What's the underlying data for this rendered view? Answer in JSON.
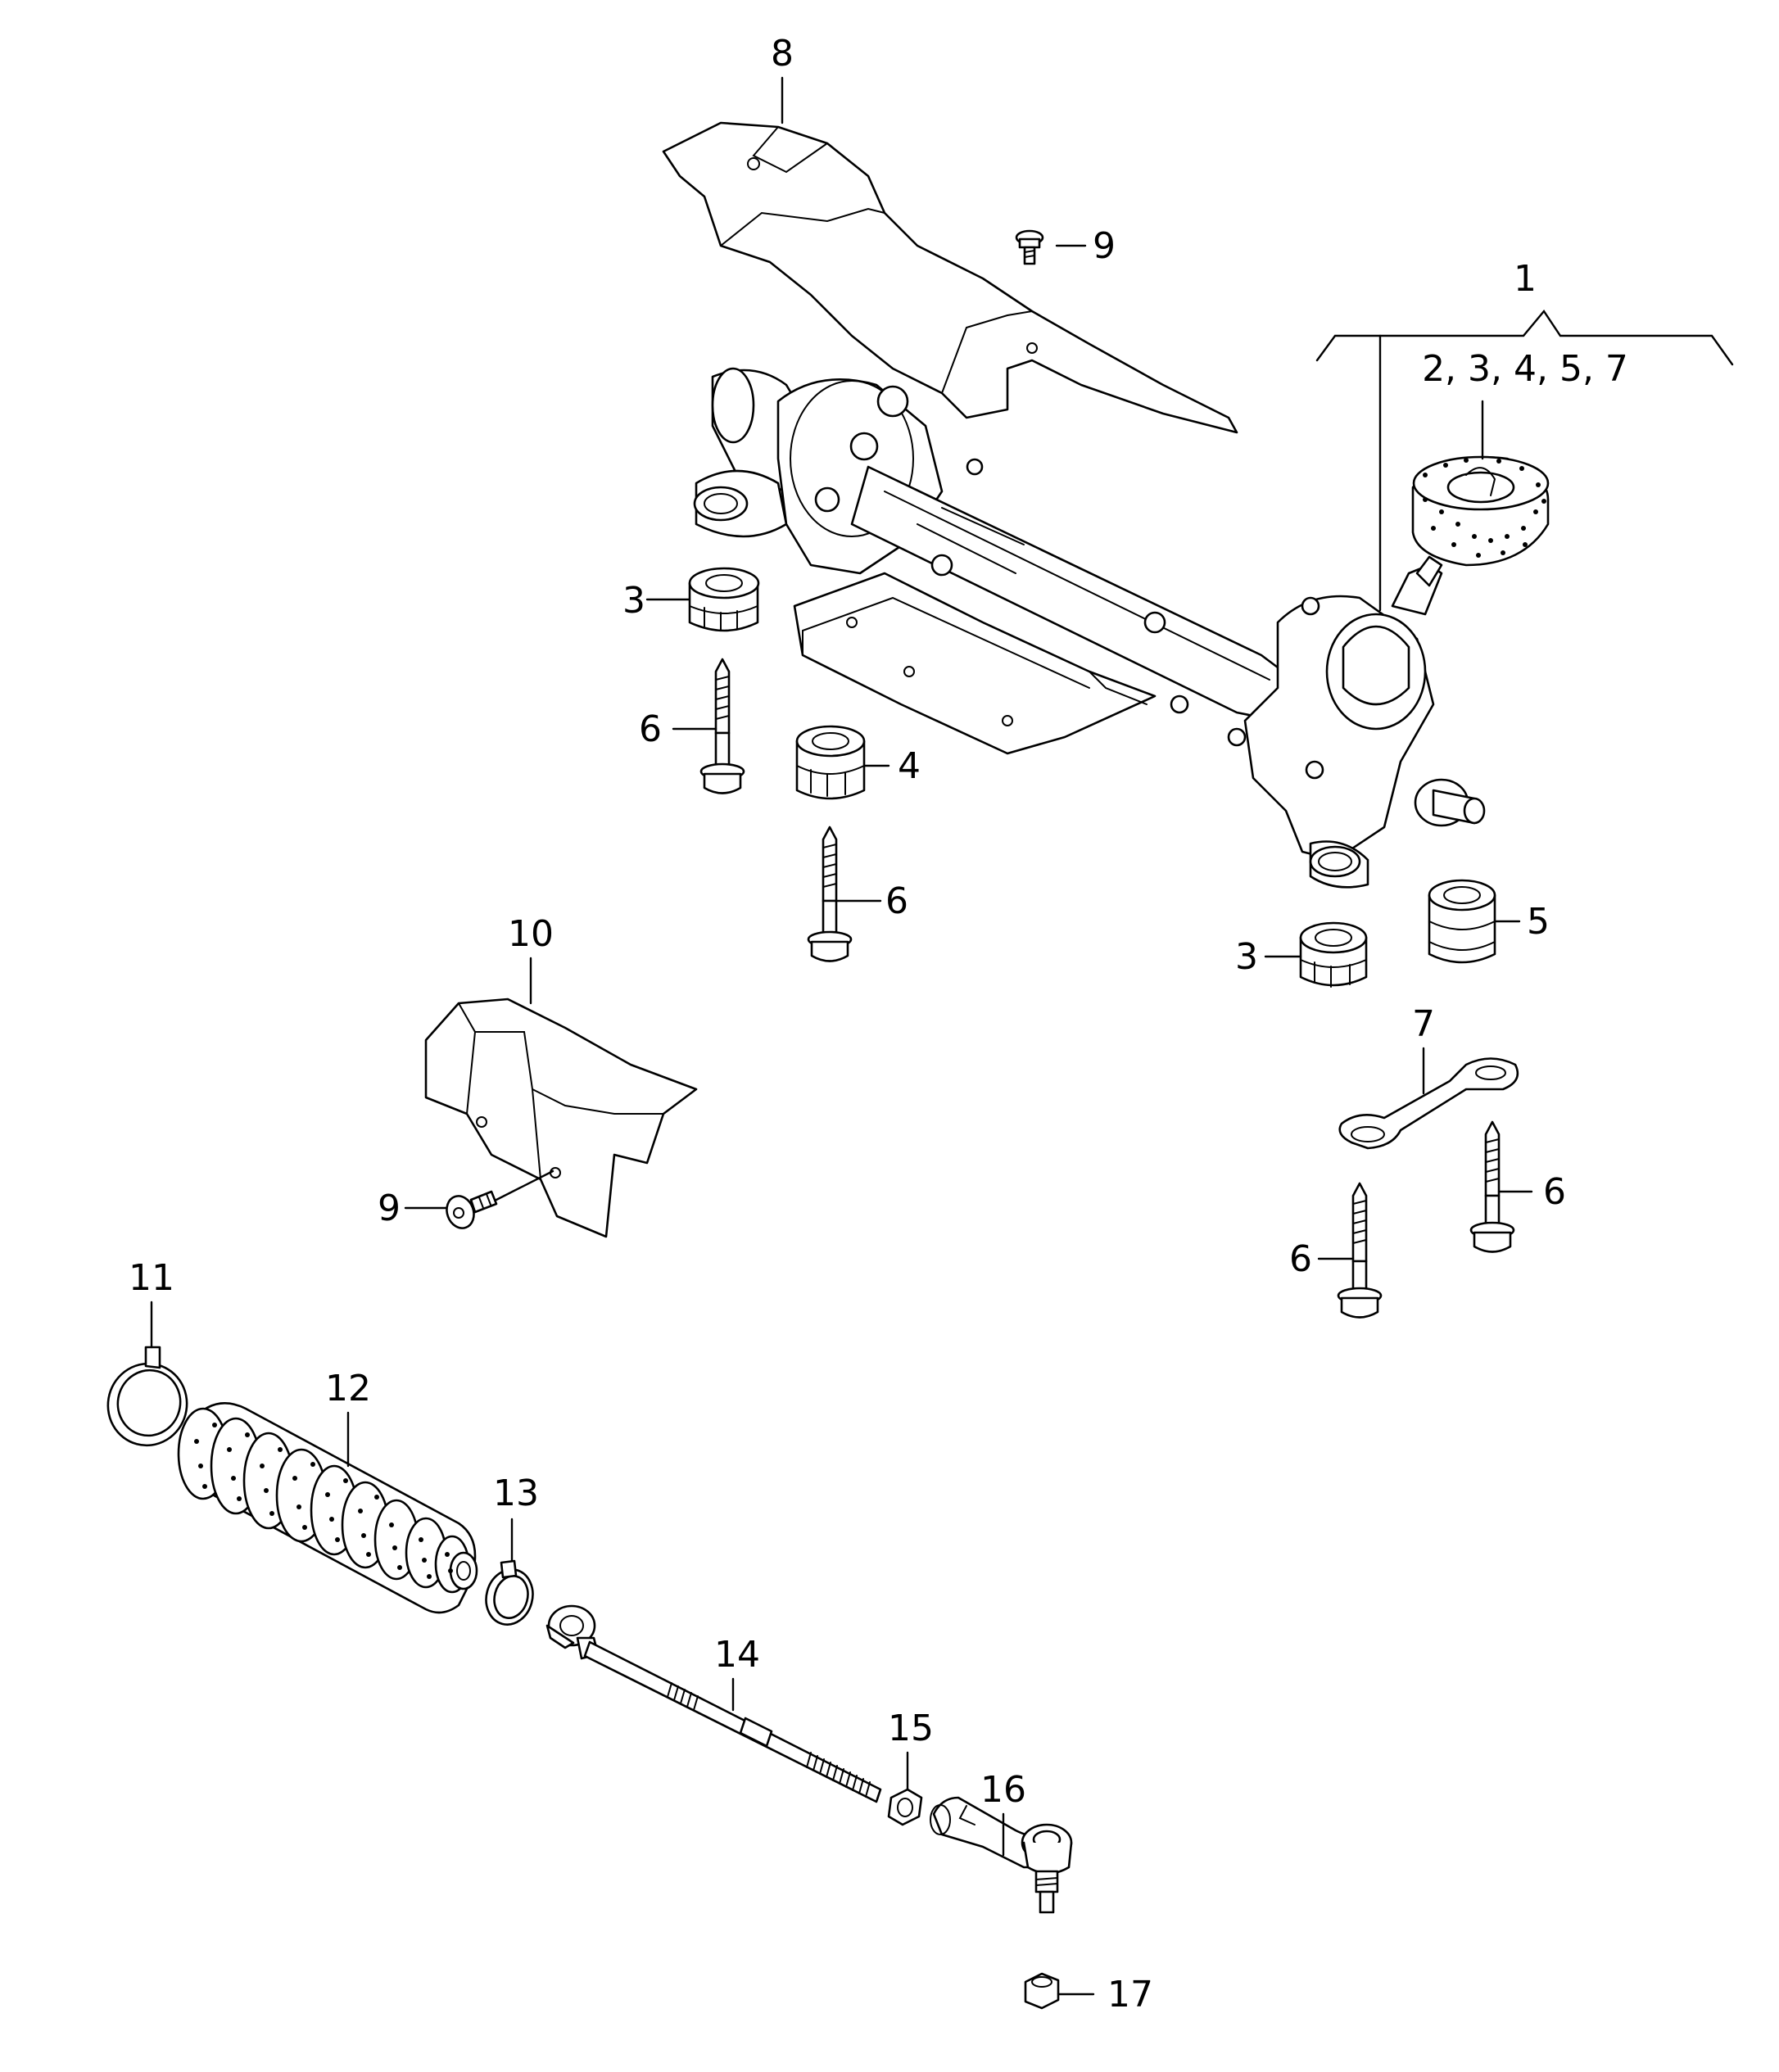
{
  "callouts": {
    "c1": "1",
    "c1_group": "2, 3, 4, 5, 7",
    "c2": "2",
    "c3a": "3",
    "c3b": "3",
    "c4": "4",
    "c5": "5",
    "c6a": "6",
    "c6b": "6",
    "c6c": "6",
    "c6d": "6",
    "c7": "7",
    "c8": "8",
    "c9a": "9",
    "c9b": "9",
    "c10": "10",
    "c11": "11",
    "c12": "12",
    "c13": "13",
    "c14": "14",
    "c15": "15",
    "c16": "16",
    "c17": "17"
  },
  "colors": {
    "line": "#000000",
    "background": "#ffffff"
  }
}
